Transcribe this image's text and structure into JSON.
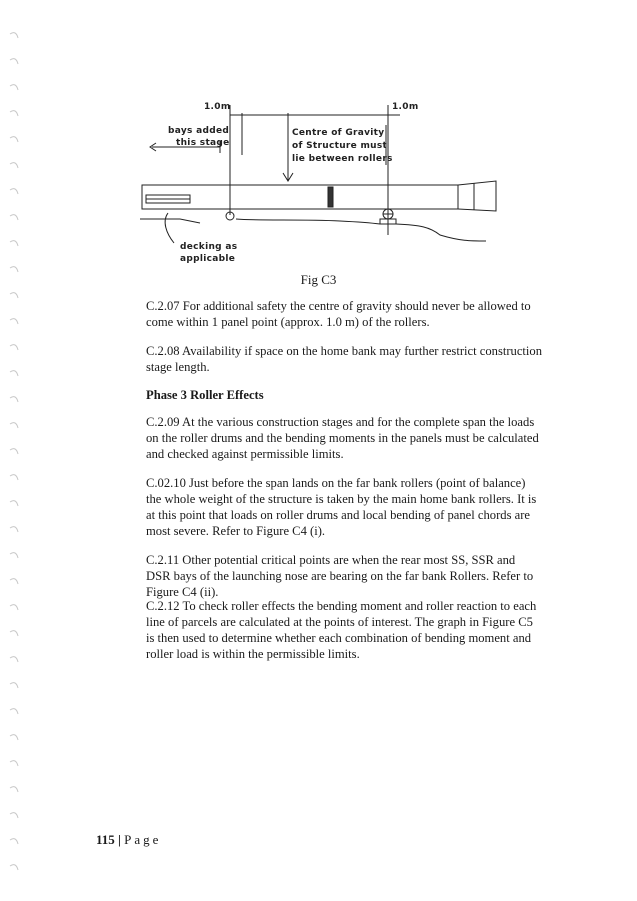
{
  "figure": {
    "caption": "Fig C3",
    "labels": {
      "left_dim": "1.0m",
      "right_dim": "1.0m",
      "bays_line1": "bays added",
      "bays_line2": "this stage",
      "cog_line1": "Centre of Gravity",
      "cog_line2": "of Structure must",
      "cog_line3": "lie between rollers",
      "decking_line1": "decking as",
      "decking_line2": "applicable"
    }
  },
  "paragraphs": {
    "p207": "C.2.07 For additional safety the centre of gravity should never be allowed to come within 1 panel point (approx. 1.0 m) of the rollers.",
    "p208": "C.2.08 Availability if space on the home bank may further restrict construction stage length.",
    "heading": "Phase 3 Roller Effects",
    "p209": "C.2.09 At the various construction stages and for the complete span the loads on the roller drums and the bending moments in the panels must be calculated and checked against permissible limits.",
    "p210": "C.02.10 Just before the span lands on the far bank rollers (point of balance) the whole weight of the structure is taken by the main home bank rollers. It is at this point that loads on roller drums and local bending of panel chords are most severe. Refer to Figure C4 (i).",
    "p211": "C.2.11 Other potential critical points are when the rear most SS, SSR and DSR bays of the launching nose are bearing on the far bank Rollers. Refer to Figure C4 (ii).",
    "p212": "C.2.12 To check roller effects the bending moment and roller reaction to each line of parcels are calculated at the points of interest. The graph in Figure C5 is then used to determine whether each combination of bending moment and roller load is within the permissible limits."
  },
  "footer": {
    "page_number": "115",
    "separator": "|",
    "page_word": "Page"
  }
}
